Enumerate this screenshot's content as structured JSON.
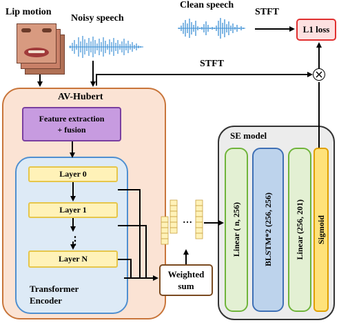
{
  "labels": {
    "lip_motion": "Lip motion",
    "noisy_speech": "Noisy speech",
    "clean_speech": "Clean speech",
    "stft_top": "STFT",
    "stft_mid": "STFT",
    "l1_loss": "L1 loss",
    "multiply": "⊗"
  },
  "av_hubert": {
    "title": "AV-Hubert",
    "feature_block": "Feature extraction\n+ fusion",
    "layers": [
      "Layer 0",
      "Layer 1",
      "Layer N"
    ],
    "ellipsis": "⋮",
    "encoder_label": "Transformer\nEncoder"
  },
  "weighted_sum": "Weighted\nsum",
  "features_ellipsis": "…",
  "se_model": {
    "title": "SE model",
    "blocks": [
      "Linear ( n, 256)",
      "BLSTM*2 (256, 256)",
      "Linear (256, 201)",
      "Sigmoid"
    ]
  },
  "colors": {
    "av_bg": "#fbe3d4",
    "av_border": "#c8753a",
    "feature_bg": "#c79be0",
    "feature_border": "#7a3fa0",
    "encoder_bg": "#ddeaf6",
    "encoder_border": "#4f8fd0",
    "layer_bg": "#fff2b8",
    "layer_border": "#e6c64a",
    "se_bg": "#ececec",
    "linear_bg": "#e3f0d3",
    "linear_border": "#6fb43a",
    "blstm_bg": "#bdd3ec",
    "blstm_border": "#3e6fb5",
    "sigmoid_bg": "#ffe27a",
    "sigmoid_border": "#e0a000",
    "loss_bg": "#fde0e0",
    "loss_border": "#e03030",
    "wave": "#3b8fd4",
    "ws_border": "#7a4a20"
  }
}
